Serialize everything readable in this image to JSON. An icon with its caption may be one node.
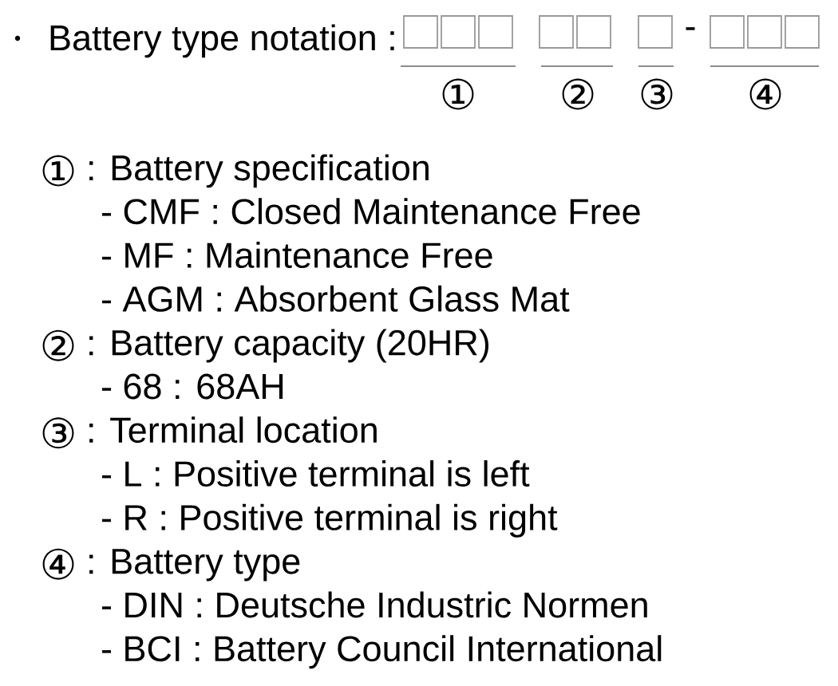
{
  "diagram": {
    "labels": [
      "Battery type notation :",
      "-",
      "①",
      "②",
      "③",
      "④",
      "①",
      ": Battery specification",
      "- CMF : Closed Maintenance Free",
      "- MF : Maintenance Free",
      "- AGM : Absorbent Glass Mat",
      "②",
      ": Battery capacity (20HR)",
      "- 68 : 68AH",
      "③",
      ": Terminal location",
      "- L : Positive terminal is left",
      "- R : Positive terminal is right",
      "④",
      ": Battery type",
      "- DIN : Deutsche Industric Normen",
      "- BCI : Battery Council International"
    ]
  }
}
